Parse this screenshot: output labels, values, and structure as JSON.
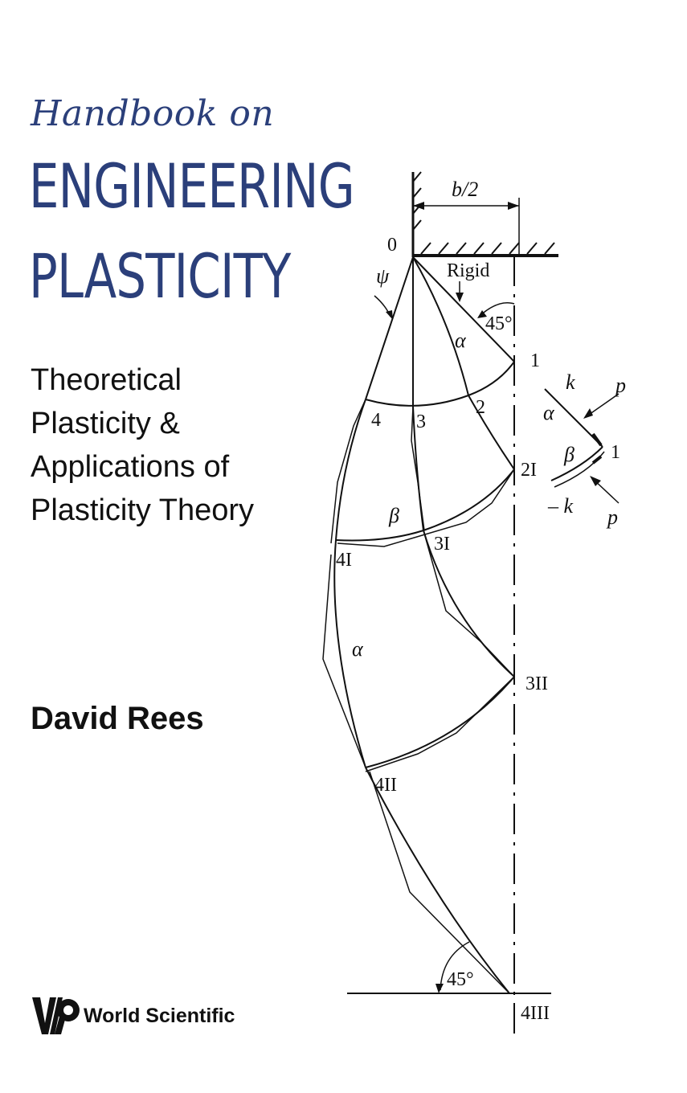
{
  "cover": {
    "title_line1": "Handbook on",
    "title_line2": "ENGINEERING",
    "title_line3": "PLASTICITY",
    "subtitle": [
      "Theoretical",
      "Plasticity &",
      "Applications of",
      "Plasticity Theory"
    ],
    "author": "David Rees",
    "publisher": "World Scientific",
    "title_color": "#2b3f7a"
  },
  "diagram": {
    "labels": {
      "b2": "b/2",
      "origin": "0",
      "psi": "ψ",
      "rigid": "Rigid",
      "angle_top": "45°",
      "angle_bottom": "45°",
      "alpha": "α",
      "beta": "β",
      "k": "k",
      "minus_k": "– k",
      "p": "p",
      "n1": "1",
      "n2": "2",
      "n3": "3",
      "n4": "4",
      "n2I": "2I",
      "n3I": "3I",
      "n4I": "4I",
      "n3II": "3II",
      "n4II": "4II",
      "n4III": "4III"
    }
  }
}
